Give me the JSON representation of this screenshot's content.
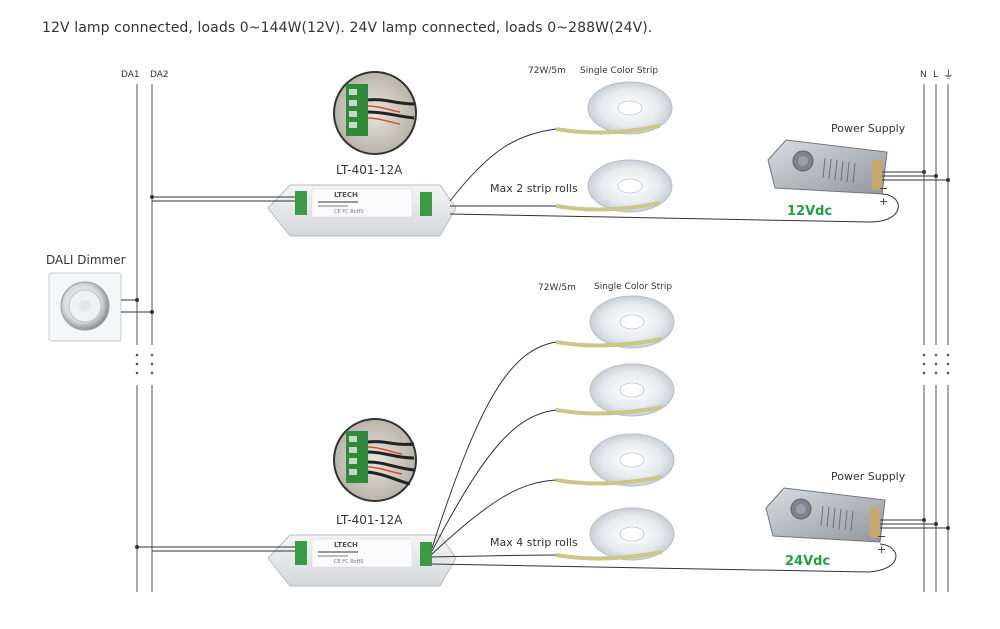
{
  "heading": "12V lamp connected, loads 0~144W(12V). 24V lamp connected, loads 0~288W(24V).",
  "bus": {
    "da1": "DA1",
    "da2": "DA2",
    "n": "N",
    "l": "L",
    "earth": "⏚"
  },
  "dimmer": {
    "label": "DALI Dimmer"
  },
  "upper": {
    "strip_spec": "72W/5m",
    "strip_type": "Single Color Strip",
    "controller": "LT-401-12A",
    "max_text": "Max 2 strip rolls",
    "power_supply": "Power Supply",
    "voltage": "12Vdc"
  },
  "lower": {
    "strip_spec": "72W/5m",
    "strip_type": "Single Color Strip",
    "controller": "LT-401-12A",
    "max_text": "Max 4 strip rolls",
    "power_supply": "Power Supply",
    "voltage": "24Vdc"
  },
  "device": {
    "brand": "LTECH",
    "marks": "CE FC RoHS"
  },
  "psu_terminals": {
    "minus": "−",
    "plus": "+"
  },
  "colors": {
    "voltage_green": "#22a046",
    "wire": "#333333",
    "bus_line": "#555555"
  }
}
